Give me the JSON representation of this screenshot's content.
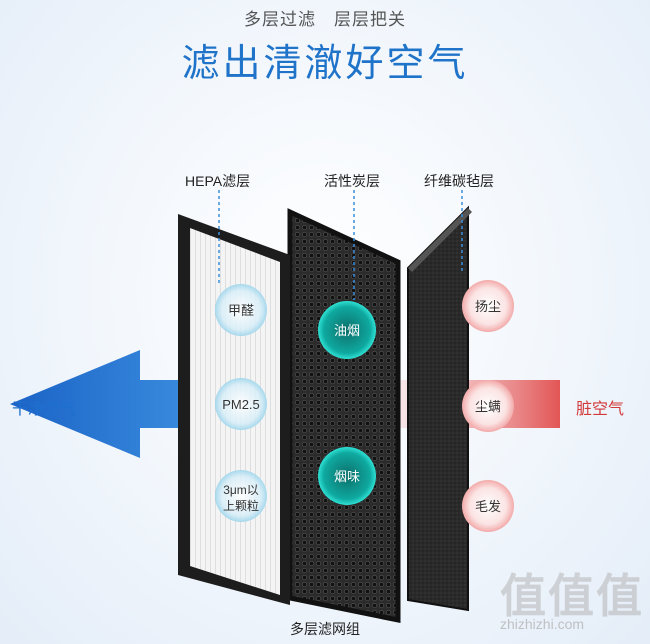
{
  "header": {
    "subtitle": "多层过滤　层层把关",
    "title": "滤出清澈好空气"
  },
  "layers": {
    "hepa": {
      "label": "HEPA滤层",
      "tags": [
        "甲醛",
        "PM2.5",
        "3μm以",
        "上颗粒"
      ]
    },
    "carbon": {
      "label": "活性炭层",
      "tags": [
        "油烟",
        "烟味"
      ]
    },
    "fiber": {
      "label": "纤维碳毡层",
      "tags": [
        "扬尘",
        "尘螨",
        "毛发"
      ]
    }
  },
  "airflow": {
    "clean_label": "干净空气",
    "dirty_label": "脏空气"
  },
  "footer": {
    "caption": "多层滤网组"
  },
  "watermark": {
    "text": "值值值",
    "url": "zhizhizhi.com"
  },
  "colors": {
    "title_blue": "#1f73c9",
    "clean_blue": "#1e6fcf",
    "dirty_red": "#d23a3a",
    "carbon_teal": "#12c4b8"
  }
}
